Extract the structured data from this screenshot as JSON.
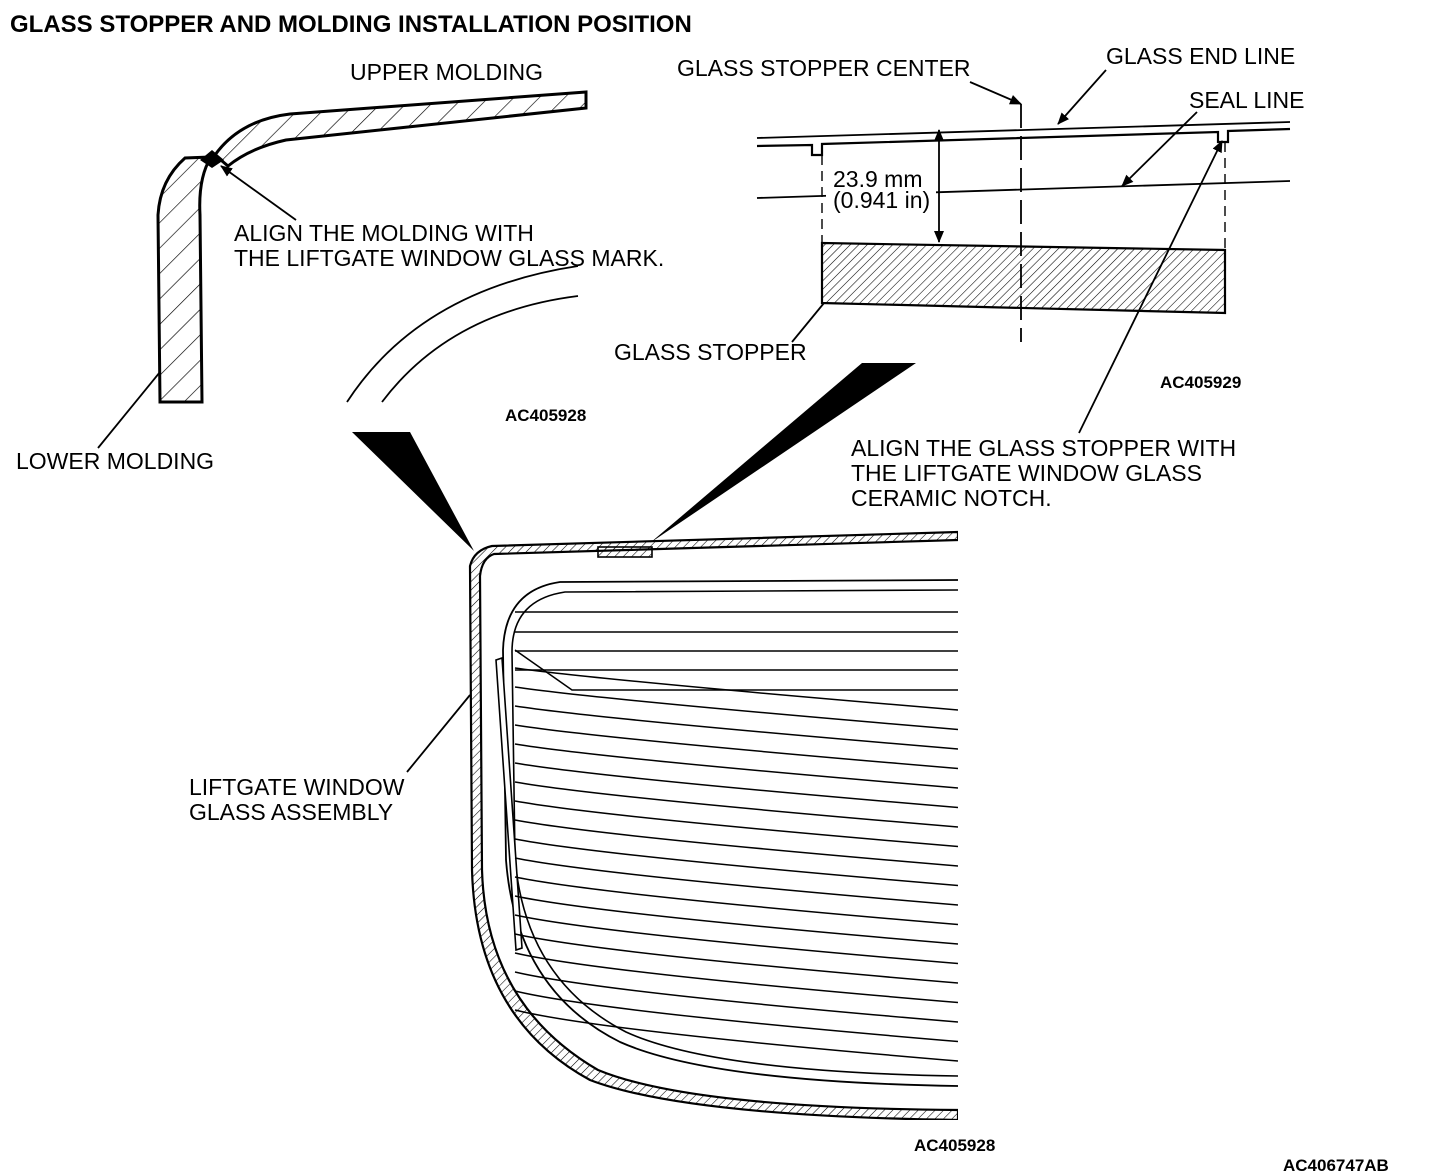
{
  "title": "GLASS STOPPER AND MOLDING INSTALLATION POSITION",
  "molding_detail": {
    "upper_molding": "UPPER MOLDING",
    "align_molding_line1": "ALIGN THE MOLDING WITH",
    "align_molding_line2": "THE LIFTGATE WINDOW GLASS MARK.",
    "lower_molding": "LOWER MOLDING",
    "code": "AC405928"
  },
  "stopper_detail": {
    "stopper_center": "GLASS STOPPER CENTER",
    "glass_end_line": "GLASS END LINE",
    "seal_line": "SEAL LINE",
    "dimension_mm": "23.9 mm",
    "dimension_in": "(0.941 in)",
    "glass_stopper": "GLASS STOPPER",
    "code": "AC405929",
    "align_stopper_line1": "ALIGN THE GLASS STOPPER WITH",
    "align_stopper_line2": "THE LIFTGATE WINDOW GLASS",
    "align_stopper_line3": "CERAMIC NOTCH."
  },
  "main_view": {
    "assembly_line1": "LIFTGATE WINDOW",
    "assembly_line2": "GLASS ASSEMBLY",
    "code": "AC405928"
  },
  "figure_code": "AC406747AB"
}
